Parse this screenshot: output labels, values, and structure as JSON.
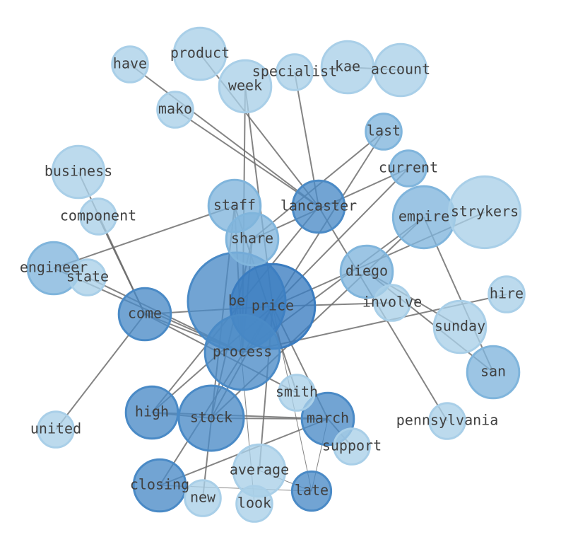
{
  "colors": {
    "light": "#a9cfe8",
    "mid": "#80b5dc",
    "dark": "#4a8ac6",
    "darkest": "#3a7cc0",
    "edge": "#6e6e6e",
    "label": "#404040"
  },
  "nodes": [
    {
      "id": "be",
      "label": "be",
      "size": 3,
      "shade": "dark"
    },
    {
      "id": "price",
      "label": "price",
      "size": 2.6,
      "shade": "darkest"
    },
    {
      "id": "process",
      "label": "process",
      "size": 2.3,
      "shade": "dark"
    },
    {
      "id": "stock",
      "label": "stock",
      "size": 2,
      "shade": "dark"
    },
    {
      "id": "lancaster",
      "label": "lancaster",
      "size": 1.6,
      "shade": "dark"
    },
    {
      "id": "come",
      "label": "come",
      "size": 1.6,
      "shade": "dark"
    },
    {
      "id": "march",
      "label": "march",
      "size": 1.6,
      "shade": "dark"
    },
    {
      "id": "high",
      "label": "high",
      "size": 1.6,
      "shade": "dark"
    },
    {
      "id": "staff",
      "label": "staff",
      "size": 1.6,
      "shade": "mid"
    },
    {
      "id": "share",
      "label": "share",
      "size": 1.6,
      "shade": "mid"
    },
    {
      "id": "diego",
      "label": "diego",
      "size": 1.6,
      "shade": "mid"
    },
    {
      "id": "empire",
      "label": "empire",
      "size": 1.9,
      "shade": "mid"
    },
    {
      "id": "strykers",
      "label": "strykers",
      "size": 2.2,
      "shade": "light"
    },
    {
      "id": "san",
      "label": "san",
      "size": 1.6,
      "shade": "mid"
    },
    {
      "id": "engineer",
      "label": "engineer",
      "size": 1.6,
      "shade": "mid"
    },
    {
      "id": "closing",
      "label": "closing",
      "size": 1.6,
      "shade": "dark"
    },
    {
      "id": "late",
      "label": "late",
      "size": 1.2,
      "shade": "dark"
    },
    {
      "id": "last",
      "label": "last",
      "size": 1.1,
      "shade": "mid"
    },
    {
      "id": "current",
      "label": "current",
      "size": 1.1,
      "shade": "mid"
    },
    {
      "id": "product",
      "label": "product",
      "size": 1.6,
      "shade": "light"
    },
    {
      "id": "week",
      "label": "week",
      "size": 1.6,
      "shade": "light"
    },
    {
      "id": "kae",
      "label": "kae",
      "size": 1.6,
      "shade": "light"
    },
    {
      "id": "account",
      "label": "account",
      "size": 1.6,
      "shade": "light"
    },
    {
      "id": "business",
      "label": "business",
      "size": 1.6,
      "shade": "light"
    },
    {
      "id": "sunday",
      "label": "sunday",
      "size": 1.6,
      "shade": "light"
    },
    {
      "id": "average",
      "label": "average",
      "size": 1.6,
      "shade": "light"
    },
    {
      "id": "have",
      "label": "have",
      "size": 1.1,
      "shade": "light"
    },
    {
      "id": "specialist",
      "label": "specialist",
      "size": 1.1,
      "shade": "light"
    },
    {
      "id": "mako",
      "label": "mako",
      "size": 1.1,
      "shade": "light"
    },
    {
      "id": "component",
      "label": "component",
      "size": 1.1,
      "shade": "light"
    },
    {
      "id": "state",
      "label": "state",
      "size": 1.1,
      "shade": "light"
    },
    {
      "id": "involve",
      "label": "involve",
      "size": 1.1,
      "shade": "light"
    },
    {
      "id": "hire",
      "label": "hire",
      "size": 1.1,
      "shade": "light"
    },
    {
      "id": "smith",
      "label": "smith",
      "size": 1.1,
      "shade": "light"
    },
    {
      "id": "united",
      "label": "united",
      "size": 1.1,
      "shade": "light"
    },
    {
      "id": "pennsylvania",
      "label": "pennsylvania",
      "size": 1.1,
      "shade": "light"
    },
    {
      "id": "support",
      "label": "support",
      "size": 1.1,
      "shade": "light"
    },
    {
      "id": "new",
      "label": "new",
      "size": 1.1,
      "shade": "light"
    },
    {
      "id": "look",
      "label": "look",
      "size": 1.1,
      "shade": "light"
    }
  ],
  "edges": [
    {
      "s": "come",
      "t": "price",
      "w": 2
    },
    {
      "s": "come",
      "t": "business",
      "w": 2
    },
    {
      "s": "come",
      "t": "component",
      "w": 2
    },
    {
      "s": "come",
      "t": "component",
      "w": 2
    },
    {
      "s": "come",
      "t": "united",
      "w": 2
    },
    {
      "s": "come",
      "t": "process",
      "w": 2
    },
    {
      "s": "come",
      "t": "smith",
      "w": 2
    },
    {
      "s": "engineer",
      "t": "staff",
      "w": 2
    },
    {
      "s": "engineer",
      "t": "process",
      "w": 2
    },
    {
      "s": "state",
      "t": "process",
      "w": 2
    },
    {
      "s": "lancaster",
      "t": "have",
      "w": 2
    },
    {
      "s": "lancaster",
      "t": "product",
      "w": 2
    },
    {
      "s": "lancaster",
      "t": "mako",
      "w": 2
    },
    {
      "s": "lancaster",
      "t": "pennsylvania",
      "w": 2
    },
    {
      "s": "lancaster",
      "t": "high",
      "w": 2
    },
    {
      "s": "lancaster",
      "t": "specialist",
      "w": 2
    },
    {
      "s": "week",
      "t": "price",
      "w": 2
    },
    {
      "s": "week",
      "t": "process",
      "w": 2
    },
    {
      "s": "kae",
      "t": "account",
      "w": 2
    },
    {
      "s": "share",
      "t": "last",
      "w": 2
    },
    {
      "s": "share",
      "t": "current",
      "w": 2
    },
    {
      "s": "share",
      "t": "stock",
      "w": 2
    },
    {
      "s": "share",
      "t": "process",
      "w": 2
    },
    {
      "s": "staff",
      "t": "process",
      "w": 2
    },
    {
      "s": "staff",
      "t": "new",
      "w": 2
    },
    {
      "s": "staff",
      "t": "smith",
      "w": 2
    },
    {
      "s": "price",
      "t": "last",
      "w": 2
    },
    {
      "s": "price",
      "t": "current",
      "w": 2
    },
    {
      "s": "price",
      "t": "involve",
      "w": 2
    },
    {
      "s": "price",
      "t": "strykers",
      "w": 2
    },
    {
      "s": "price",
      "t": "closing",
      "w": 2
    },
    {
      "s": "price",
      "t": "stock",
      "w": 2
    },
    {
      "s": "price",
      "t": "march",
      "w": 2
    },
    {
      "s": "price",
      "t": "average",
      "w": 2
    },
    {
      "s": "price",
      "t": "late",
      "w": 1
    },
    {
      "s": "price",
      "t": "high",
      "w": 2
    },
    {
      "s": "process",
      "t": "hire",
      "w": 2
    },
    {
      "s": "process",
      "t": "empire",
      "w": 2
    },
    {
      "s": "stock",
      "t": "march",
      "w": 2
    },
    {
      "s": "stock",
      "t": "high",
      "w": 2
    },
    {
      "s": "stock",
      "t": "empire",
      "w": 2
    },
    {
      "s": "high",
      "t": "march",
      "w": 2
    },
    {
      "s": "closing",
      "t": "march",
      "w": 2
    },
    {
      "s": "closing",
      "t": "late",
      "w": 1
    },
    {
      "s": "march",
      "t": "late",
      "w": 1
    },
    {
      "s": "march",
      "t": "support",
      "w": 2
    },
    {
      "s": "diego",
      "t": "sunday",
      "w": 2
    },
    {
      "s": "diego",
      "t": "san",
      "w": 2
    },
    {
      "s": "empire",
      "t": "san",
      "w": 2
    },
    {
      "s": "average",
      "t": "late",
      "w": 1
    },
    {
      "s": "be",
      "t": "look",
      "w": 1
    }
  ]
}
